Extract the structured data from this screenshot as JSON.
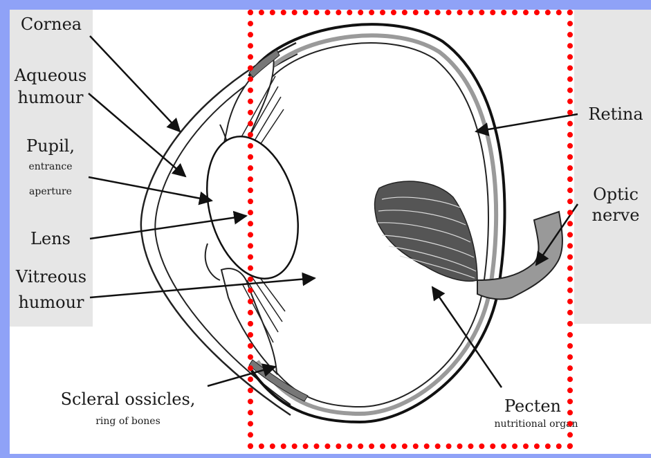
{
  "labels": {
    "cornea": "Cornea",
    "aqueous_1": "Aqueous",
    "aqueous_2": "humour",
    "pupil_1": "Pupil,",
    "pupil_2": "entrance",
    "pupil_3": "aperture",
    "lens": "Lens",
    "vitreous_1": "Vitreous",
    "vitreous_2": "humour",
    "scleral_1": "Scleral ossicles,",
    "scleral_2": "ring of bones",
    "retina": "Retina",
    "optic_1": "Optic",
    "optic_2": "nerve",
    "pecten_1": "Pecten",
    "pecten_2": "nutritional organ"
  },
  "colors": {
    "outer_background": "#8fa2f7",
    "label_panel": "#e6e6e6",
    "highlight_box": "#ff0000",
    "pecten": "#555555",
    "optic_nerve": "#999999"
  }
}
